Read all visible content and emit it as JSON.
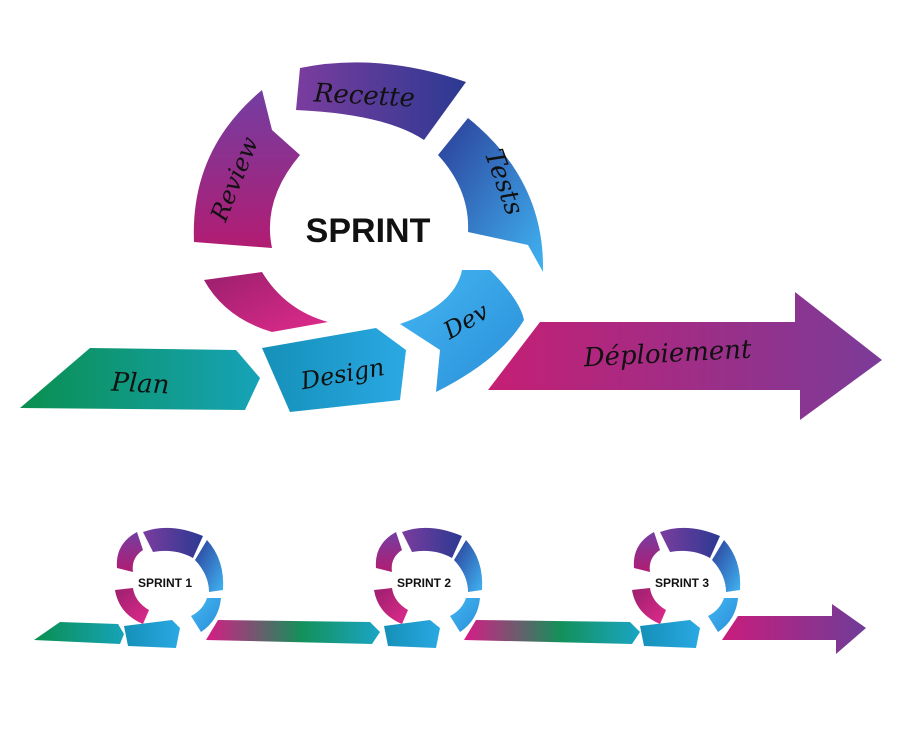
{
  "main_cycle": {
    "center_label": "SPRINT",
    "segments": {
      "recette": "Recette",
      "tests": "Tests",
      "dev": "Dev",
      "design": "Design",
      "plan": "Plan",
      "review": "Review",
      "deploiement": "Déploiement"
    }
  },
  "timeline": {
    "sprints": [
      {
        "label": "SPRINT 1"
      },
      {
        "label": "SPRINT 2"
      },
      {
        "label": "SPRINT 3"
      }
    ]
  },
  "colors": {
    "green": "#0a8f5b",
    "teal": "#139fb0",
    "blue": "#2b7fd6",
    "light_blue": "#3db3ef",
    "navy": "#2c3e97",
    "purple": "#6e3fa0",
    "magenta": "#c31f76",
    "plum": "#7a2c7a"
  }
}
